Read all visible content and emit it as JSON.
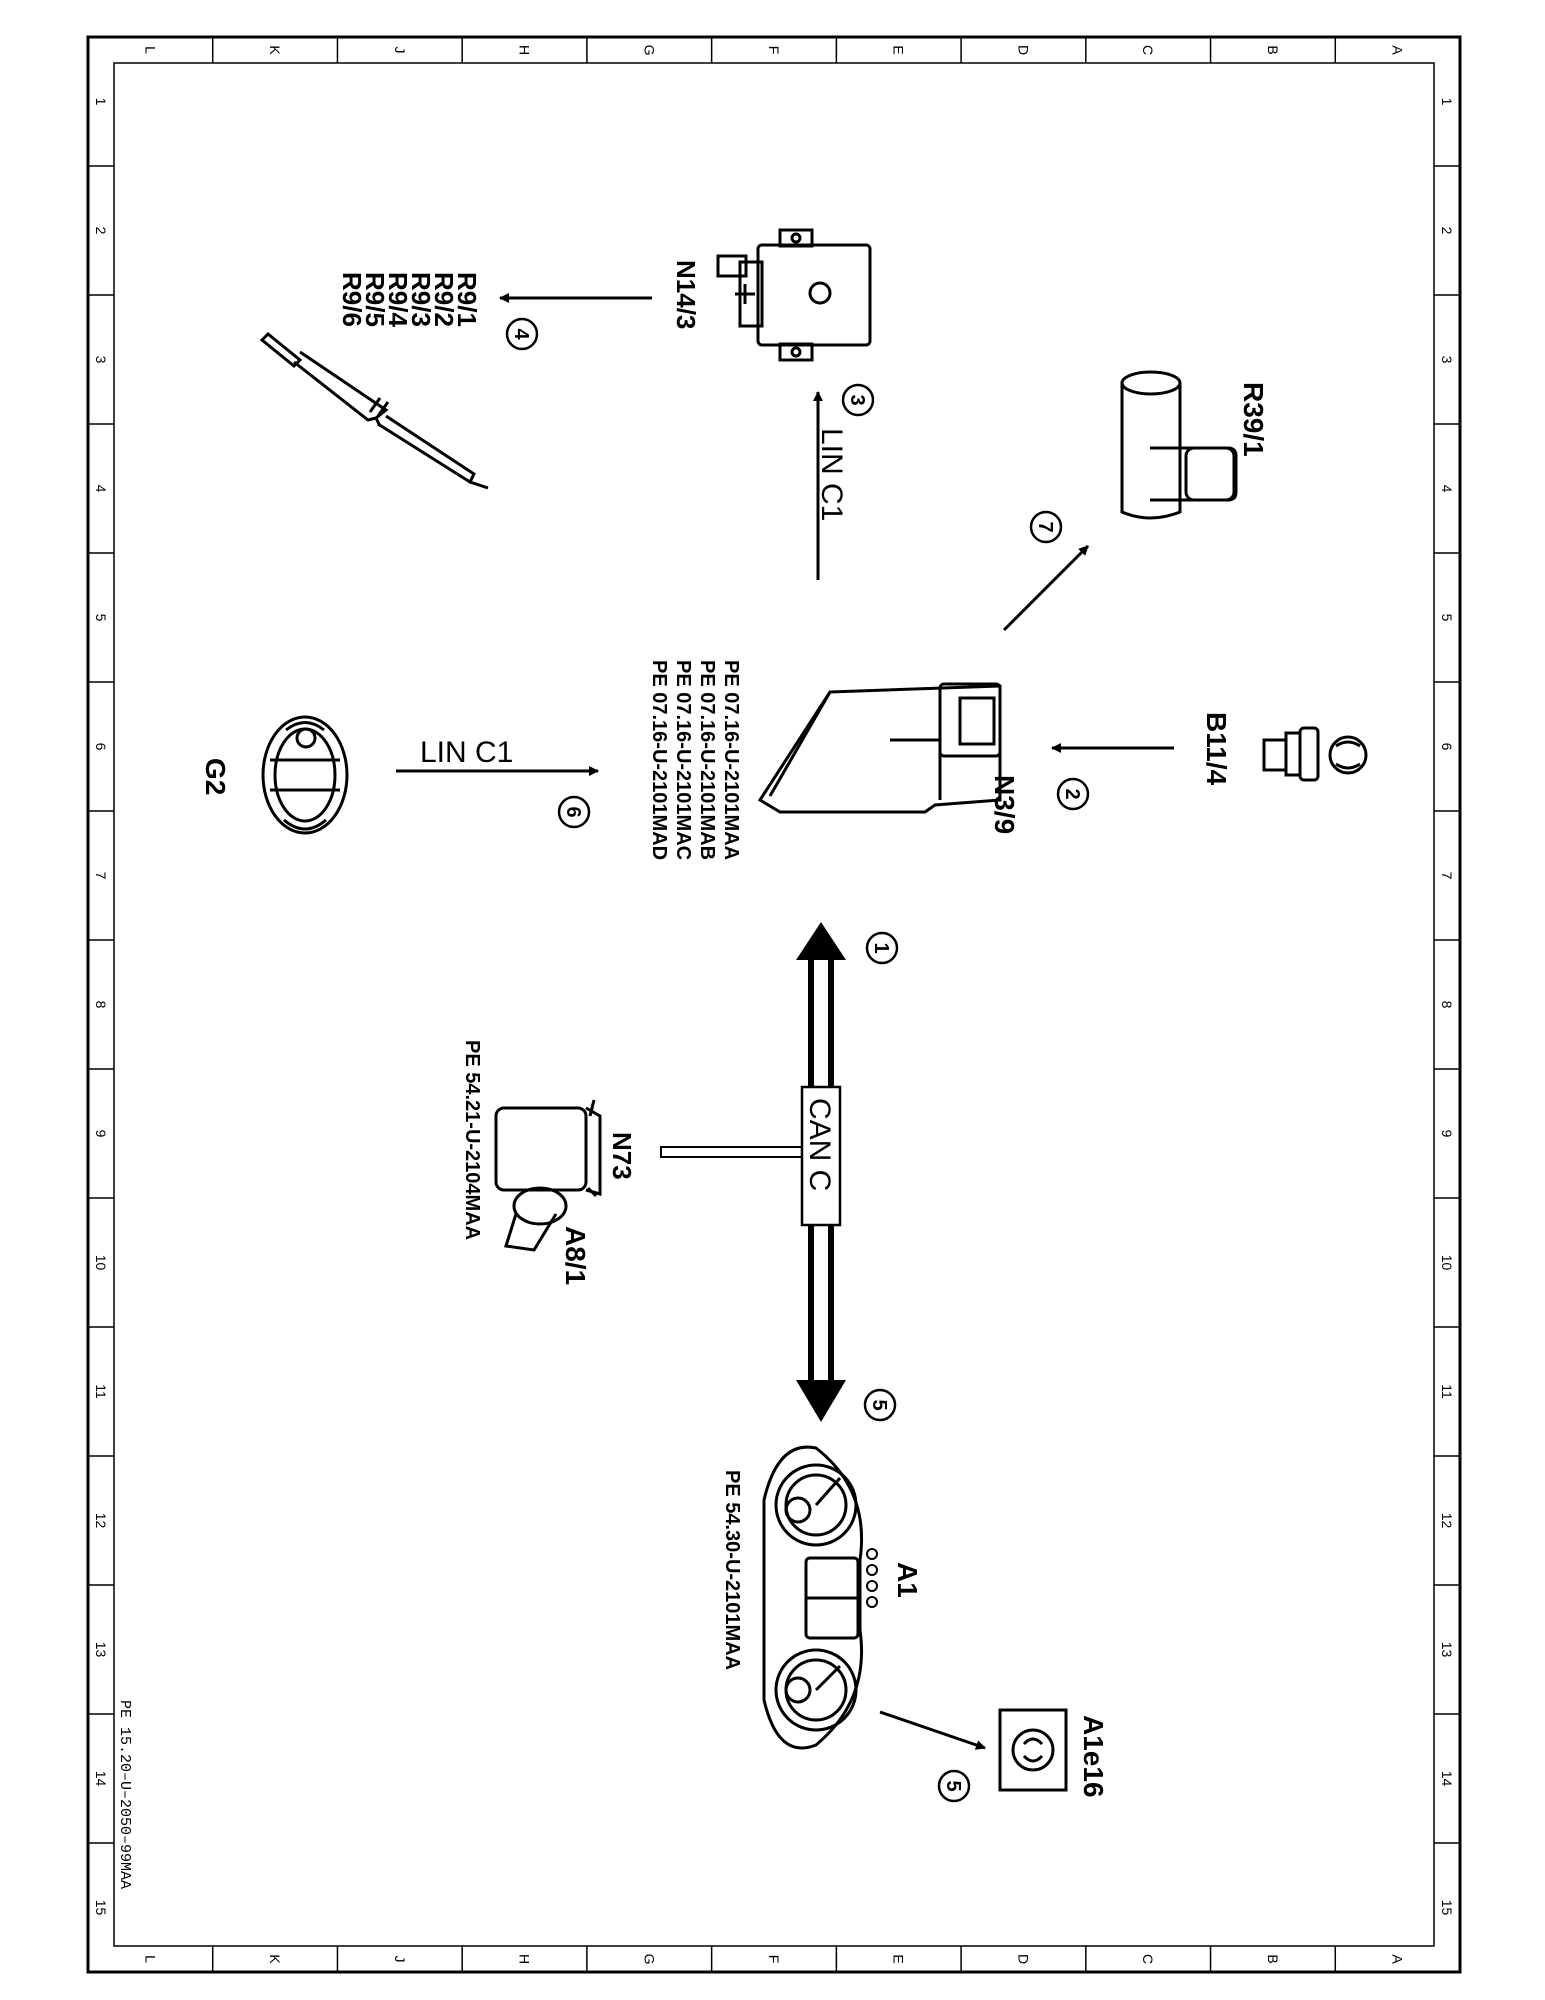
{
  "frame": {
    "columns": [
      "L",
      "K",
      "J",
      "H",
      "G",
      "F",
      "E",
      "D",
      "C",
      "B",
      "A"
    ],
    "rows": [
      "1",
      "2",
      "3",
      "4",
      "5",
      "6",
      "7",
      "8",
      "9",
      "10",
      "11",
      "12",
      "13",
      "14",
      "15"
    ]
  },
  "components": {
    "n3_9": "N3/9",
    "n14_3": "N14/3",
    "glow_plugs": [
      "R9/1",
      "R9/2",
      "R9/3",
      "R9/4",
      "R9/5",
      "R9/6"
    ],
    "r39_1": "R39/1",
    "b11_4": "B11/4",
    "g2": "G2",
    "n73": "N73",
    "a8_1": "A8/1",
    "a1": "A1",
    "a1e16": "A1e16"
  },
  "buses": {
    "lin_top": "LIN C1",
    "lin_left": "LIN C1",
    "can": "CAN C"
  },
  "markers": {
    "m1": "1",
    "m2": "2",
    "m3": "3",
    "m4": "4",
    "m5a": "5",
    "m5b": "5",
    "m6": "6",
    "m7": "7"
  },
  "references": {
    "n3_9": [
      "PE 07.16-U-2101MAA",
      "PE 07.16-U-2101MAB",
      "PE 07.16-U-2101MAC",
      "PE 07.16-U-2101MAD"
    ],
    "a8_1": "PE 54.21-U-2104MAA",
    "a1": "PE 54.30-U-2101MAA"
  },
  "document_id": "PE 15.20–U–2050–99MAA"
}
